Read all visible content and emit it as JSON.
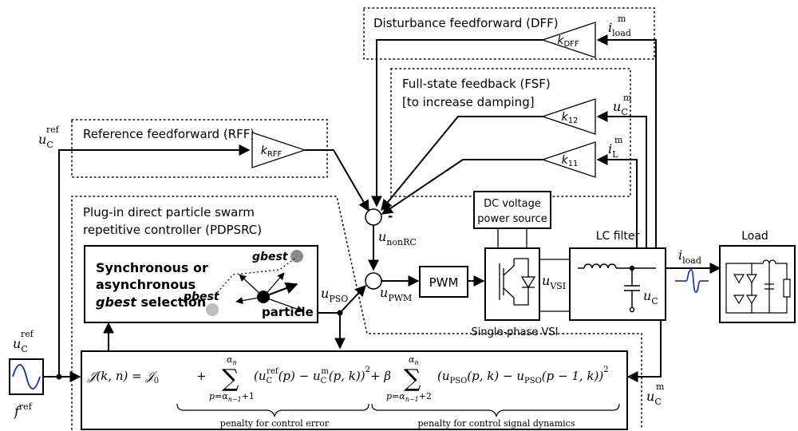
{
  "regions": {
    "dff": "Disturbance feedforward (DFF)",
    "fsf_line1": "Full-state feedback (FSF)",
    "fsf_line2": "[to increase damping]",
    "rff": "Reference feedforward (RFF)",
    "pdpsrc_line1": "Plug-in direct particle swarm",
    "pdpsrc_line2": "repetitive controller (PDPSRC)"
  },
  "gains": {
    "dff": {
      "base": "k",
      "sub": "DFF"
    },
    "k12": {
      "base": "k",
      "sub": "12"
    },
    "k11": {
      "base": "k",
      "sub": "11"
    },
    "rff": {
      "base": "k",
      "sub": "RFF"
    }
  },
  "signals": {
    "i_load_m": {
      "base": "i",
      "sub": "load",
      "sup": "m"
    },
    "u_C_m_top": {
      "base": "u",
      "sub": "C",
      "sup": "m"
    },
    "i_L_m": {
      "base": "i",
      "sub": "L",
      "sup": "m"
    },
    "u_C_ref_top": {
      "base": "u",
      "sub": "C",
      "sup": "ref"
    },
    "u_nonRC": {
      "base": "u",
      "sub": "nonRC"
    },
    "u_PSO": {
      "base": "u",
      "sub": "PSO"
    },
    "u_PWM": {
      "base": "u",
      "sub": "PWM"
    },
    "u_VSI": {
      "base": "u",
      "sub": "VSI"
    },
    "u_C": {
      "base": "u",
      "sub": "C"
    },
    "i_load": {
      "base": "i",
      "sub": "load"
    },
    "u_C_ref_left": {
      "base": "u",
      "sub": "C",
      "sup": "ref"
    },
    "f_ref": {
      "base": "f",
      "sup": "ref"
    },
    "u_C_m_bottom": {
      "base": "u",
      "sub": "C",
      "sup": "m"
    }
  },
  "sum_signs": {
    "minus": "-"
  },
  "selection_box": {
    "line1": "Synchronous or",
    "line2": "asynchronous",
    "line3_italic": "gbest",
    "line3_rest": " selection",
    "gbest": "gbest",
    "pbest": "pbest",
    "particle": "particle"
  },
  "blocks": {
    "pwm": "PWM",
    "dc_line1": "DC voltage",
    "dc_line2": "power source",
    "lc_filter": "LC filter",
    "vsi_caption": "Single-phase VSI",
    "load": "Load"
  },
  "cost_function": {
    "J": "𝒥(k, n) = 𝒥",
    "J_sub": "0",
    "plus": "+",
    "sum": "∑",
    "sum1_top": "α",
    "sum1_top_sub": "n",
    "sum1_bottom": "p=α",
    "sum1_bottom_sub": "n−1",
    "sum1_bottom_tail": "+1",
    "term1_a": "(u",
    "term1_a_sub": "C",
    "term1_a_sup": "ref",
    "term1_b": "(p) − u",
    "term1_b_sub": "C",
    "term1_b_sup": "m",
    "term1_c": "(p, k))",
    "term1_pow": "2",
    "beta": "+ β",
    "sum2_top": "α",
    "sum2_top_sub": "n",
    "sum2_bottom": "p=α",
    "sum2_bottom_sub": "n−1",
    "sum2_bottom_tail": "+2",
    "term2_a": "(u",
    "term2_a_sub": "PSO",
    "term2_b": "(p, k) − u",
    "term2_b_sub": "PSO",
    "term2_c": "(p − 1, k))",
    "term2_pow": "2",
    "brace1_label": "penalty for control error",
    "brace2_label": "penalty for control signal dynamics"
  }
}
